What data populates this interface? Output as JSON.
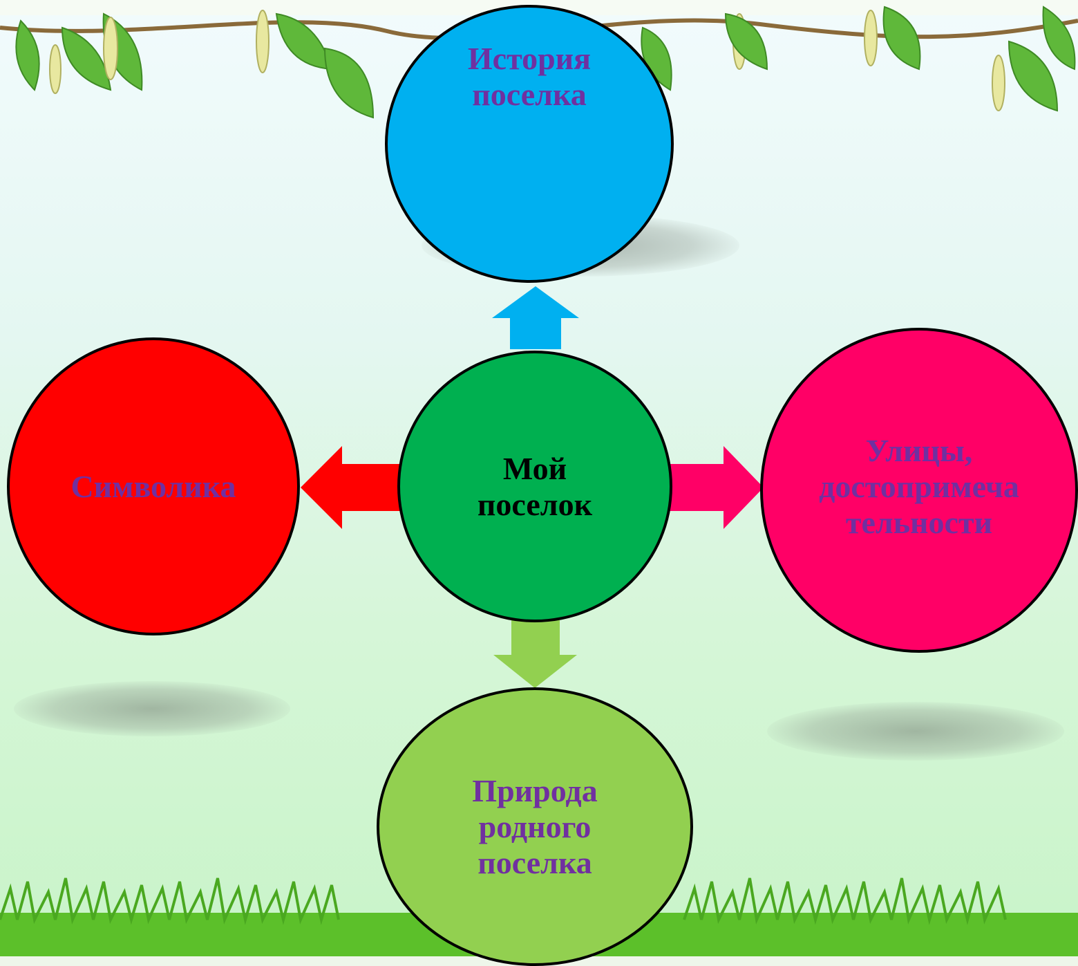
{
  "diagram": {
    "center": {
      "label": "Мой\nпоселок",
      "fill": "#00b050",
      "text_color": "#000000"
    },
    "nodes": [
      {
        "id": "history",
        "label": "История\nпоселка",
        "fill": "#00b0f0",
        "text_color": "#7030a0",
        "arrow_color": "#00b0f0"
      },
      {
        "id": "symbols",
        "label": "Символика",
        "fill": "#ff0000",
        "text_color": "#7030a0",
        "arrow_color": "#ff0000"
      },
      {
        "id": "streets",
        "label": "Улицы,\nдостопримеча\nтельности",
        "fill": "#ff0066",
        "text_color": "#7030a0",
        "arrow_color": "#ff0066"
      },
      {
        "id": "nature",
        "label": "Природа\nродного\nпоселка",
        "fill": "#92d050",
        "text_color": "#7030a0",
        "arrow_color": "#92d050"
      }
    ]
  },
  "colors": {
    "leaf": "#5fb83a",
    "grass": "#5cc02a",
    "stroke": "#000000"
  }
}
